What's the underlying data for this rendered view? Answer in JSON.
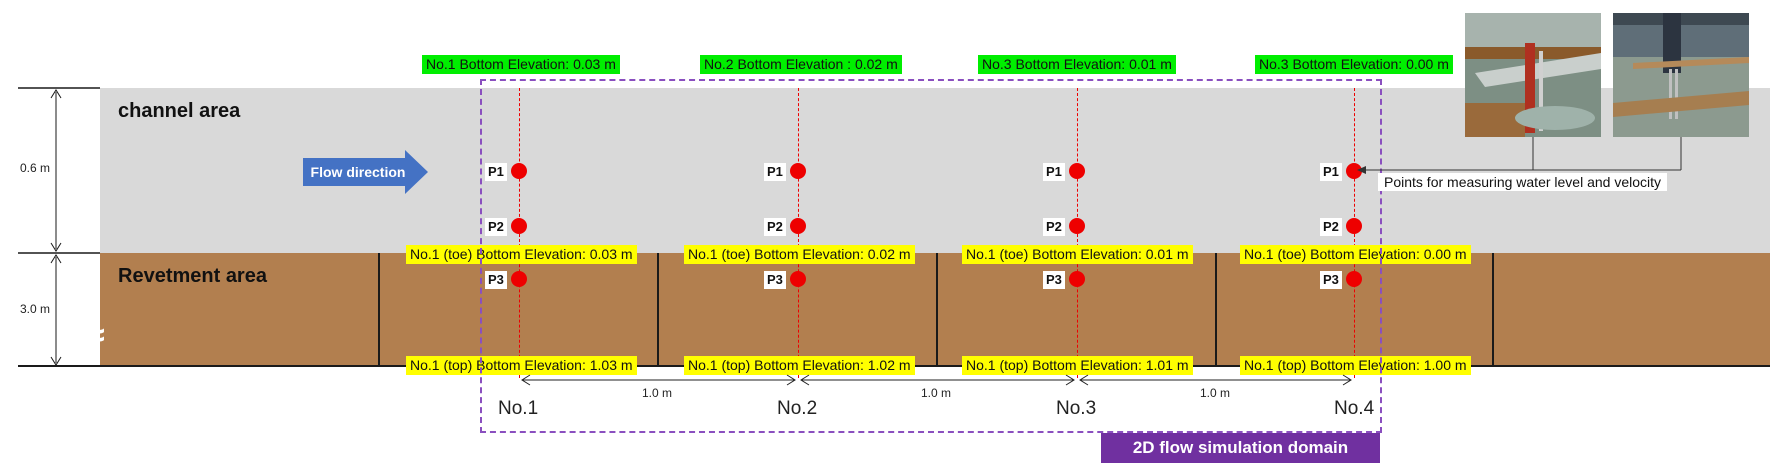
{
  "areas": {
    "channel": "channel area",
    "revetment": "Revetment area"
  },
  "flow_direction": "Flow direction",
  "heights": {
    "channel": "0.6 m",
    "revetment": "3.0 m"
  },
  "break_symbol": "≈",
  "top_labels": [
    "No.1 Bottom Elevation: 0.03 m",
    "No.2 Bottom Elevation : 0.02 m",
    "No.3 Bottom Elevation: 0.01 m",
    "No.3 Bottom Elevation: 0.00 m"
  ],
  "toe_labels": [
    "No.1 (toe) Bottom Elevation: 0.03 m",
    "No.1 (toe) Bottom Elevation: 0.02 m",
    "No.1 (toe) Bottom Elevation: 0.01 m",
    "No.1 (toe) Bottom Elevation: 0.00 m"
  ],
  "top_elev_labels": [
    "No.1 (top) Bottom Elevation: 1.03 m",
    "No.1 (top) Bottom Elevation: 1.02 m",
    "No.1 (top) Bottom Elevation: 1.01 m",
    "No.1 (top) Bottom Elevation: 1.00 m"
  ],
  "points": [
    "P1",
    "P2",
    "P3"
  ],
  "stations": [
    "No.1",
    "No.2",
    "No.3",
    "No.4"
  ],
  "spacing": [
    "1.0 m",
    "1.0 m",
    "1.0 m"
  ],
  "domain_label": "2D flow simulation domain",
  "callout": "Points for measuring water level and velocity",
  "colors": {
    "channel": "#d9d9d9",
    "revetment": "#b27f4f",
    "point": "#ee0000",
    "domain": "#7030a0",
    "flow_arrow": "#4472c4",
    "green_label": "#00ee00",
    "yellow_label": "#ffff00"
  },
  "icons": [
    "measurement-photo-1",
    "measurement-photo-2",
    "flow-arrow-icon"
  ]
}
